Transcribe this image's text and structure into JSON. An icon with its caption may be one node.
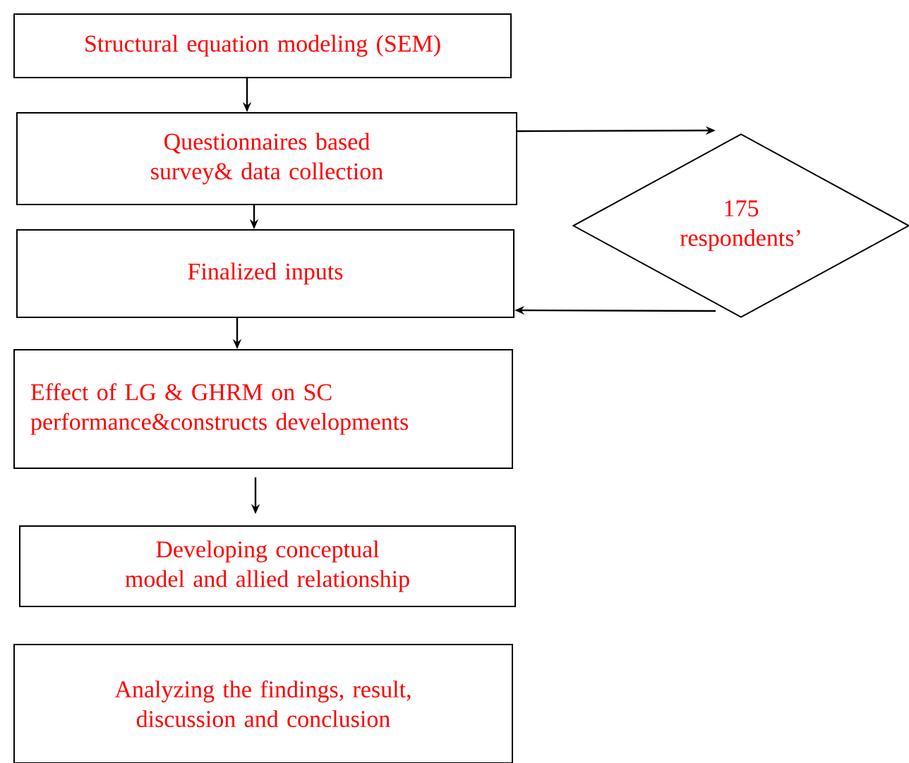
{
  "diagram": {
    "nodes": [
      {
        "text": [
          "Structural equation modeling (SEM)"
        ]
      },
      {
        "text": [
          "Questionnaires based survey& data collection"
        ]
      },
      {
        "text": [
          "Finalized inputs"
        ]
      },
      {
        "text": [
          "Effect of LG & GHRM on SC performance&constructs developments"
        ]
      },
      {
        "text": [
          "Developing conceptual model and allied relationship"
        ]
      },
      {
        "text": [
          "Analyzing the findings, result, discussion and conclusion"
        ]
      },
      {
        "text": [
          "175 respondents’"
        ]
      }
    ],
    "edges": [
      {
        "from": 0,
        "to": 1,
        "arrow": "to"
      },
      {
        "from": 1,
        "to": 2,
        "arrow": "to"
      },
      {
        "from": 2,
        "to": 3,
        "arrow": "to"
      },
      {
        "from": 3,
        "to": 4,
        "arrow": "to"
      },
      {
        "from": 1,
        "to": 6,
        "arrow": "to"
      },
      {
        "from": 6,
        "to": 2,
        "arrow": "to"
      }
    ]
  }
}
